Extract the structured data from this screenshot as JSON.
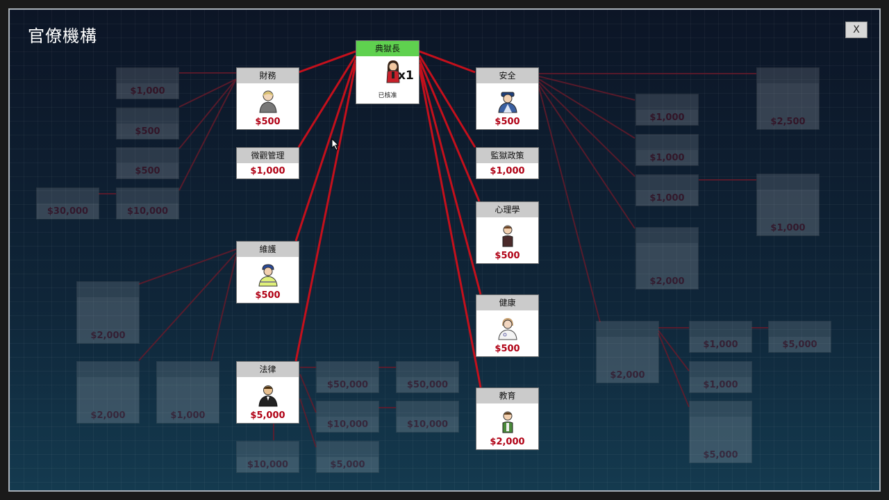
{
  "window": {
    "title": "官僚機構",
    "close_label": "X"
  },
  "head": {
    "title": "典獄長",
    "count": "x1",
    "status": "已核准"
  },
  "unlocked": {
    "finance": {
      "title": "財務",
      "price": "$500"
    },
    "micro": {
      "title": "微觀管理",
      "price": "$1,000"
    },
    "maintenance": {
      "title": "維護",
      "price": "$500"
    },
    "legal": {
      "title": "法律",
      "price": "$5,000"
    },
    "security": {
      "title": "安全",
      "price": "$500"
    },
    "policy": {
      "title": "監獄政策",
      "price": "$1,000"
    },
    "psychology": {
      "title": "心理學",
      "price": "$500"
    },
    "health": {
      "title": "健康",
      "price": "$500"
    },
    "education": {
      "title": "教育",
      "price": "$2,000"
    }
  },
  "locked_prices": {
    "l1": "$1,000",
    "l2": "$500",
    "l3": "$500",
    "l4": "$30,000",
    "l5": "$10,000",
    "l6": "$2,000",
    "l7": "$2,000",
    "l8": "$1,000",
    "l9": "$50,000",
    "l10": "$50,000",
    "l11": "$10,000",
    "l12": "$10,000",
    "l13": "$10,000",
    "l14": "$5,000",
    "r1": "$1,000",
    "r2": "$1,000",
    "r3": "$1,000",
    "r4": "$2,000",
    "r5": "$2,500",
    "r6": "$1,000",
    "r7": "$2,000",
    "r8": "$1,000",
    "r9": "$5,000",
    "r10": "$1,000",
    "r11": "$5,000"
  },
  "colors": {
    "line": "#c4101c",
    "line_faded": "#5a2030",
    "price": "#b00014",
    "head": "#5fd14f"
  },
  "icons": {
    "head": "warden-icon",
    "finance": "accountant-icon",
    "maintenance": "foreman-icon",
    "legal": "lawyer-icon",
    "security": "chief-guard-icon",
    "psychology": "psychologist-icon",
    "health": "doctor-icon",
    "education": "teacher-icon"
  }
}
